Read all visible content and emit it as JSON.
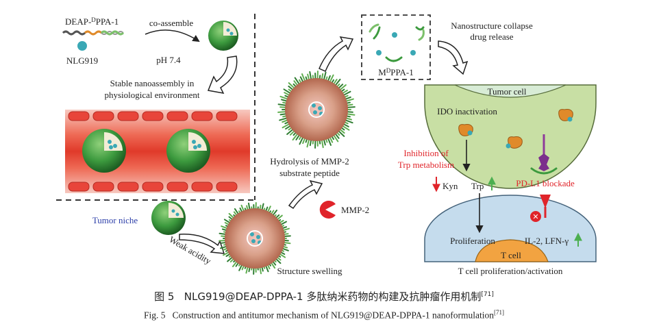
{
  "labels": {
    "deap_prefix": "DEAP-",
    "deap_sup": "D",
    "deap_suffix": "PPA-1",
    "nlg": "NLG919",
    "coassemble": "co-assemble",
    "ph": "pH 7.4",
    "stable_1": "Stable nanoassembly in",
    "stable_2": "physiological environment",
    "tumor_niche": "Tumor niche",
    "weak_acidity": "Weak acidity",
    "hydrolysis_1": "Hydrolysis of MMP-2",
    "hydrolysis_2": "substrate peptide",
    "mmp2": "MMP-2",
    "swelling": "Structure swelling",
    "mdppa_prefix": "M",
    "mdppa_sup": "D",
    "mdppa_suffix": "PPA-1",
    "collapse_1": "Nanostructure collapse",
    "collapse_2": "drug release",
    "tumor_cell": "Tumor cell",
    "ido": "IDO inactivation",
    "inhibition_1": "Inhibition of",
    "inhibition_2": "Trp metabolism",
    "kyn": "Kyn",
    "trp": "Trp",
    "pdl1": "PD-L1 blockade",
    "proliferation": "Proliferation",
    "il2": "IL-2, LFN-γ",
    "tcell": "T cell",
    "tcell_activation": "T cell proliferation/activation"
  },
  "caption": {
    "cn_fig": "图 5",
    "cn_text": "NLG919@DEAP-DPPA-1 多肽纳米药物的构建及抗肿瘤作用机制",
    "cn_ref": "[71]",
    "en_fig": "Fig. 5",
    "en_text": "Construction and antitumor mechanism of NLG919@DEAP-DPPA-1 nanoformulation",
    "en_ref": "[71]"
  },
  "colors": {
    "green_dark": "#2f7d32",
    "green_light": "#7cc06b",
    "red_vessel": "#e23b2e",
    "cyan_drug": "#3aa8b5",
    "tumor_cell": "#c8dfa4",
    "t_cell": "#c5dced",
    "t_nucleus": "#f2a341",
    "red_text": "#e0242a",
    "blue_text": "#2b3da8"
  }
}
